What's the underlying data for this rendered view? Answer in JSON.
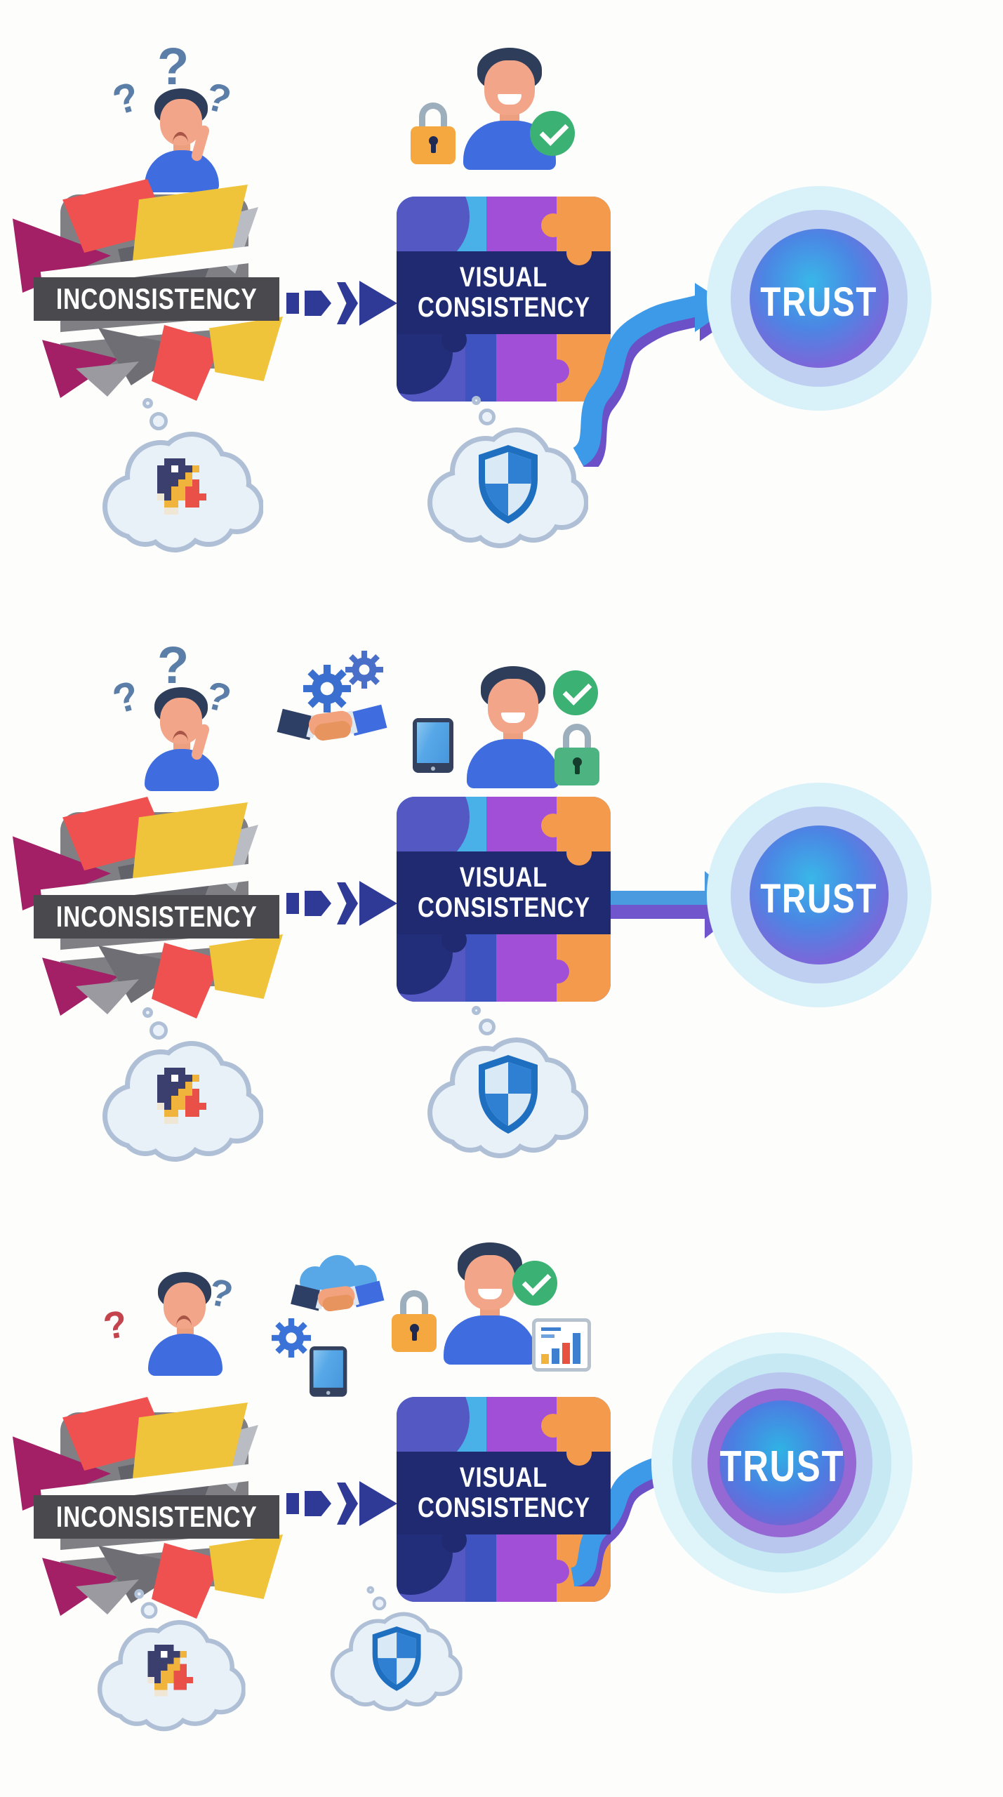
{
  "icons": {
    "question_mark": "?"
  },
  "colors": {
    "background": "#fdfdfc",
    "navy_arrow": "#2e3a96",
    "banner_dark": "#49494e",
    "puzzle_banner": "#1f2a70",
    "shard_red": "#ee5150",
    "shard_yellow": "#f0c43a",
    "shard_magenta": "#a32066",
    "block_gray": "#7f7f84",
    "puzzle_indigo": "#5358c2",
    "puzzle_sky": "#49b0e8",
    "puzzle_purple": "#a14fd6",
    "puzzle_orange": "#f49a4c",
    "arrow_blue": "#3d9ae8",
    "arrow_purple": "#6b50c8",
    "trust_outer": "#d9f1f8",
    "trust_ring": "#bfcff1",
    "trust_purple_ring": "#9568d4",
    "check_green": "#3bb273",
    "lock_orange": "#f4a83f",
    "lock_green": "#4db381",
    "cloud_fill": "#e8f0f8",
    "cloud_outline": "#aebfd6",
    "shield_blue": "#1f6fc0",
    "question_blue": "#5b7ea8",
    "question_red": "#c4444e"
  },
  "rows": [
    {
      "broken_label": "INCONSISTENCY",
      "puzzle_label_top": "VISUAL",
      "puzzle_label_bottom": "CONSISTENCY",
      "result_label": "TRUST",
      "arrow_between": "dashed",
      "arrow_to_result": "curved",
      "left_thought": "broken-image",
      "center_thought": "security-shield",
      "decor_icons": [
        "question-marks",
        "padlock",
        "happy-person",
        "check-badge"
      ]
    },
    {
      "broken_label": "INCONSISTENCY",
      "puzzle_label_top": "VISUAL",
      "puzzle_label_bottom": "CONSISTENCY",
      "result_label": "TRUST",
      "arrow_between": "dashed",
      "arrow_to_result": "straight",
      "left_thought": "broken-image",
      "center_thought": "security-shield",
      "decor_icons": [
        "question-marks",
        "handshake-gears",
        "tablet",
        "happy-person",
        "check-badge",
        "green-padlock"
      ]
    },
    {
      "broken_label": "INCONSISTENCY",
      "puzzle_label_top": "VISUAL",
      "puzzle_label_bottom": "CONSISTENCY",
      "result_label": "TRUST",
      "arrow_between": "dashed",
      "arrow_to_result": "curved",
      "left_thought": "broken-image",
      "center_thought": "security-shield",
      "decor_icons": [
        "question-marks",
        "cloud-handshake",
        "gear",
        "tablet",
        "padlock",
        "happy-person",
        "check-badge",
        "bar-chart"
      ]
    }
  ]
}
